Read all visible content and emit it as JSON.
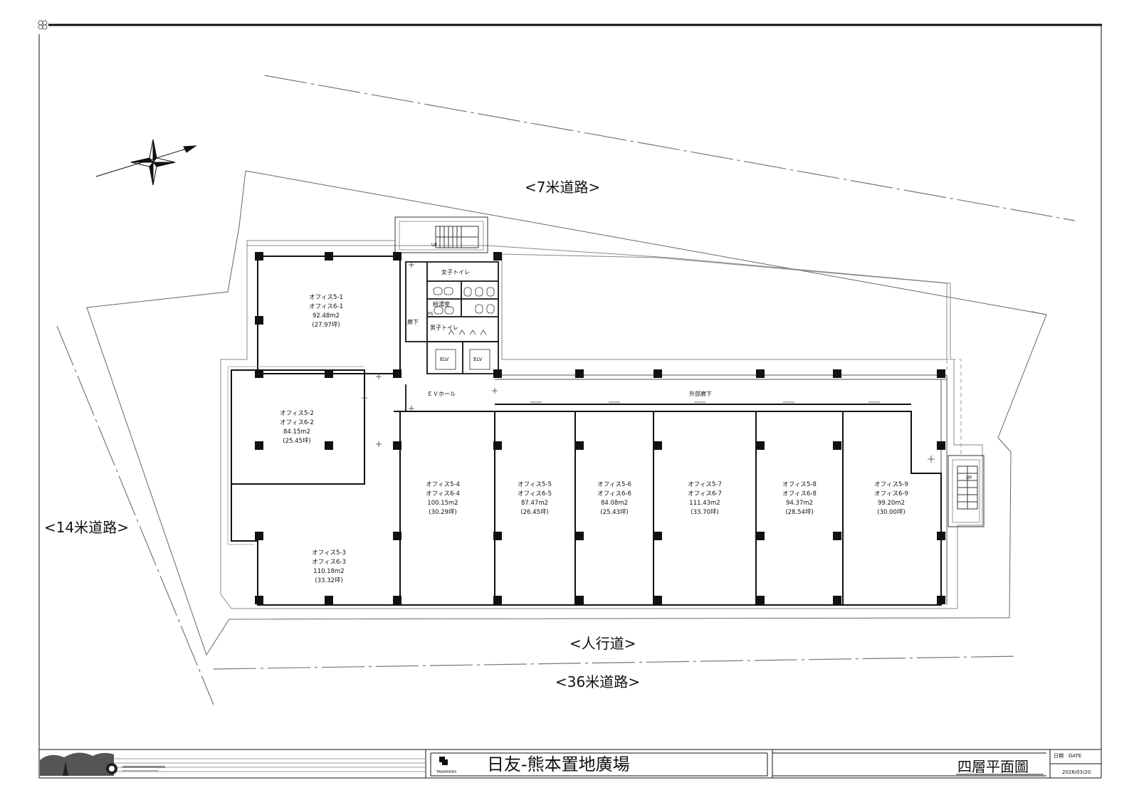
{
  "roads": {
    "north": "<7米道路>",
    "west": "<14米道路>",
    "south_walk": "<人行道>",
    "south": "<36米道路>"
  },
  "core": {
    "corridor": "廊下",
    "ev_hall": "ＥＶホール",
    "outer_corridor": "外部廊下",
    "women_wc": "女子トイレ",
    "men_wc": "男子トイレ",
    "pantry": "給湯室",
    "ps": "PS",
    "elv1": "ELV",
    "elv2": "ELV",
    "up1": "UP",
    "up2": "UP"
  },
  "rooms": [
    {
      "l1": "オフィス5-1",
      "l2": "オフィス6-1",
      "area": "92.48m2",
      "tsubo": "(27.97坪)"
    },
    {
      "l1": "オフィス5-2",
      "l2": "オフィス6-2",
      "area": "84.15m2",
      "tsubo": "(25.45坪)"
    },
    {
      "l1": "オフィス5-3",
      "l2": "オフィス6-3",
      "area": "110.18m2",
      "tsubo": "(33.32坪)"
    },
    {
      "l1": "オフィス5-4",
      "l2": "オフィス6-4",
      "area": "100.15m2",
      "tsubo": "(30.29坪)"
    },
    {
      "l1": "オフィス5-5",
      "l2": "オフィス6-5",
      "area": "87.47m2",
      "tsubo": "(26.45坪)"
    },
    {
      "l1": "オフィス5-6",
      "l2": "オフィス6-6",
      "area": "84.08m2",
      "tsubo": "(25.43坪)"
    },
    {
      "l1": "オフィス5-7",
      "l2": "オフィス6-7",
      "area": "111.43m2",
      "tsubo": "(33.70坪)"
    },
    {
      "l1": "オフィス5-8",
      "l2": "オフィス6-8",
      "area": "94.37m2",
      "tsubo": "(28.54坪)"
    },
    {
      "l1": "オフィス5-9",
      "l2": "オフィス6-9",
      "area": "99.20m2",
      "tsubo": "(30.00坪)"
    }
  ],
  "title_block": {
    "logo_text": "TAKAHASHI",
    "project": "日友-熊本置地廣場",
    "drawing": "四層平面圖",
    "date_label": "日期　DATE",
    "date": "2026/03/20"
  }
}
